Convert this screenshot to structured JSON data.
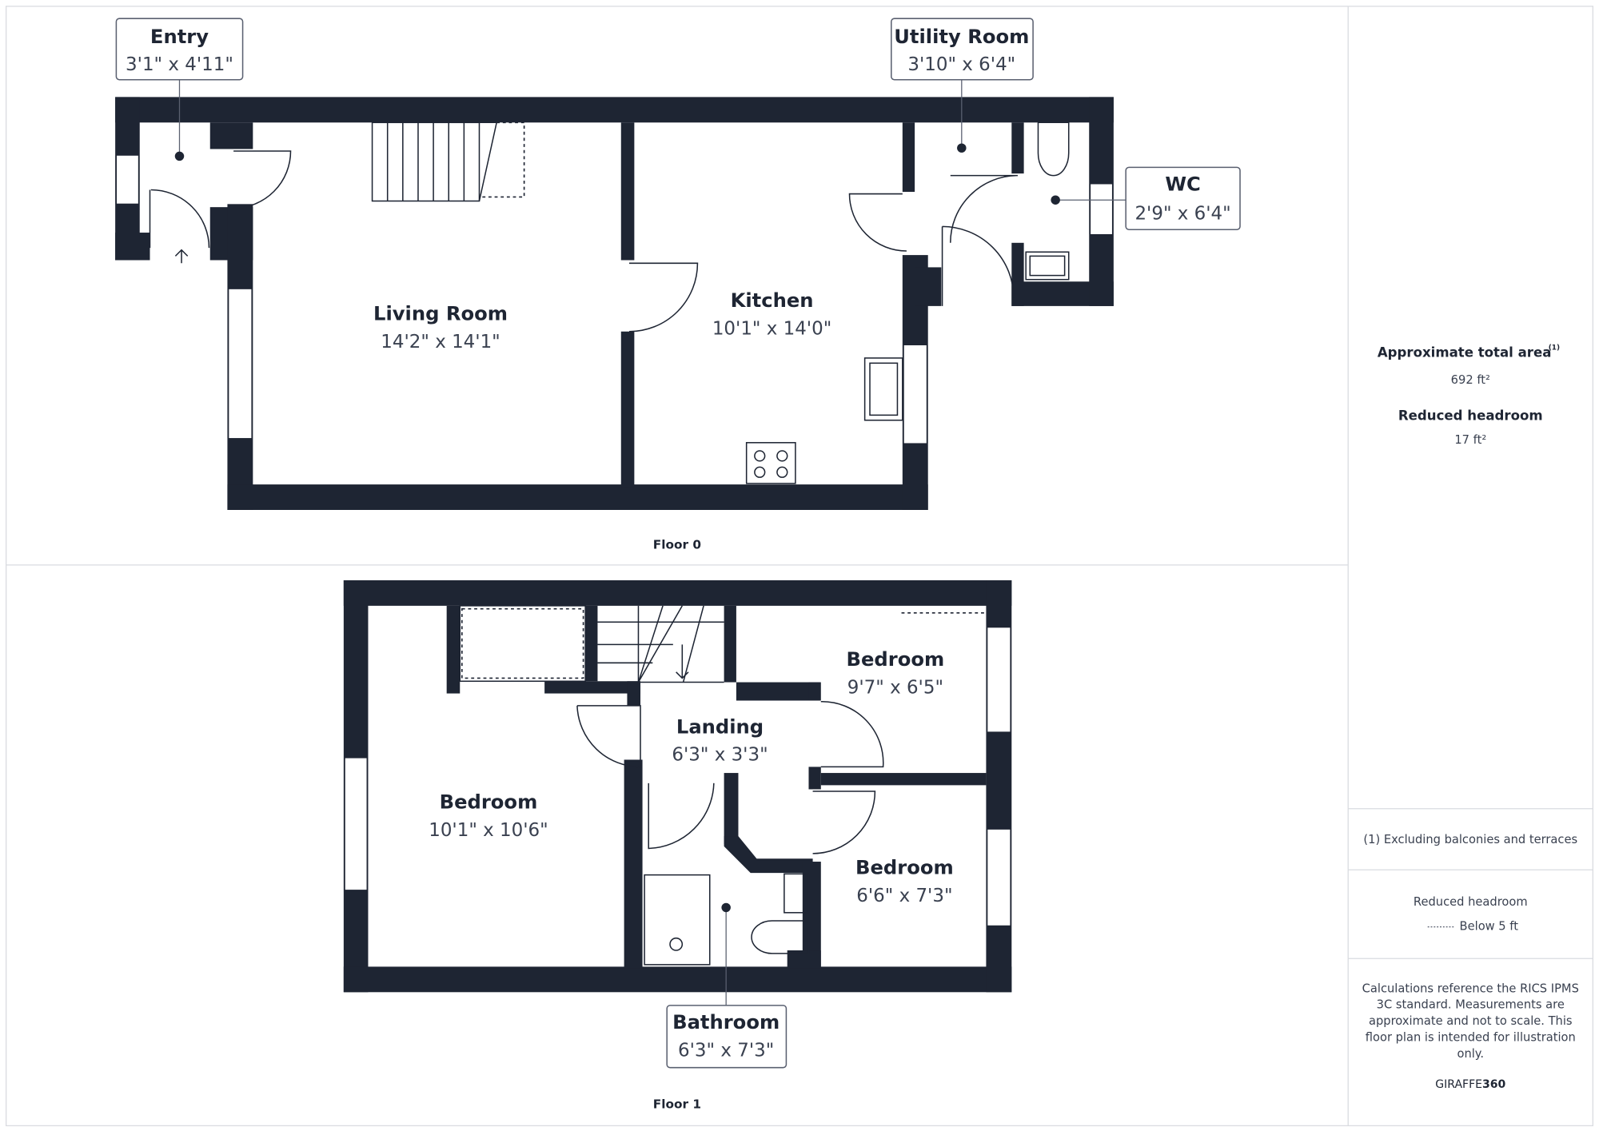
{
  "floors": [
    {
      "label": "Floor 0",
      "rooms": [
        {
          "name": "Entry",
          "dims": "3'1\" x 4'11\""
        },
        {
          "name": "Living Room",
          "dims": "14'2\" x 14'1\""
        },
        {
          "name": "Kitchen",
          "dims": "10'1\" x 14'0\""
        },
        {
          "name": "Utility Room",
          "dims": "3'10\" x 6'4\""
        },
        {
          "name": "WC",
          "dims": "2'9\" x 6'4\""
        }
      ]
    },
    {
      "label": "Floor 1",
      "rooms": [
        {
          "name": "Bedroom",
          "dims": "9'7\" x 6'5\""
        },
        {
          "name": "Landing",
          "dims": "6'3\" x 3'3\""
        },
        {
          "name": "Bedroom",
          "dims": "10'1\" x 10'6\""
        },
        {
          "name": "Bedroom",
          "dims": "6'6\" x 7'3\""
        },
        {
          "name": "Bathroom",
          "dims": "6'3\" x 7'3\""
        }
      ]
    }
  ],
  "panel": {
    "total_area_label": "Approximate total area",
    "total_area_note": "(1)",
    "total_area_value": "692 ft²",
    "reduced_headroom_label": "Reduced headroom",
    "reduced_headroom_value": "17 ft²",
    "footnote": "(1) Excluding balconies and terraces",
    "legend_title": "Reduced headroom",
    "legend_item": "Below 5 ft",
    "disclaimer_lines": [
      "Calculations reference the RICS IPMS",
      "3C standard. Measurements are",
      "approximate and not to scale. This",
      "floor plan is intended for illustration",
      "only."
    ],
    "brand_light": "GIRAFFE",
    "brand_bold": "360"
  },
  "colors": {
    "wall": "#1e2533",
    "border": "#d9dbe0"
  }
}
